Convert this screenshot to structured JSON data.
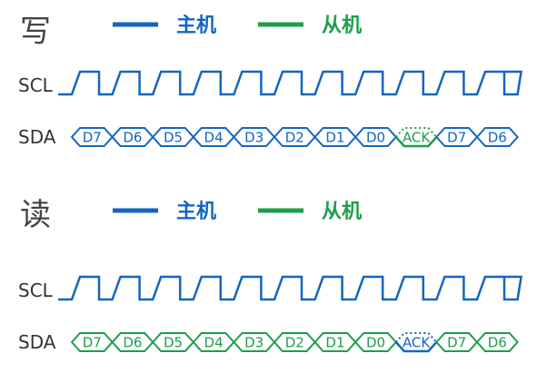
{
  "colors": {
    "master": "#1565c0",
    "slave": "#1e9e4a",
    "text": "#333333"
  },
  "write": {
    "title": "写",
    "legend": {
      "master": "主机",
      "slave": "从机"
    },
    "scl_label": "SCL",
    "sda_label": "SDA",
    "sda_cells": [
      {
        "label": "D7",
        "driver": "master"
      },
      {
        "label": "D6",
        "driver": "master"
      },
      {
        "label": "D5",
        "driver": "master"
      },
      {
        "label": "D4",
        "driver": "master"
      },
      {
        "label": "D3",
        "driver": "master"
      },
      {
        "label": "D2",
        "driver": "master"
      },
      {
        "label": "D1",
        "driver": "master"
      },
      {
        "label": "D0",
        "driver": "master"
      },
      {
        "label": "ACK",
        "driver": "slave"
      },
      {
        "label": "D7",
        "driver": "master"
      },
      {
        "label": "D6",
        "driver": "master"
      }
    ]
  },
  "read": {
    "title": "读",
    "legend": {
      "master": "主机",
      "slave": "从机"
    },
    "scl_label": "SCL",
    "sda_label": "SDA",
    "sda_cells": [
      {
        "label": "D7",
        "driver": "slave"
      },
      {
        "label": "D6",
        "driver": "slave"
      },
      {
        "label": "D5",
        "driver": "slave"
      },
      {
        "label": "D4",
        "driver": "slave"
      },
      {
        "label": "D3",
        "driver": "slave"
      },
      {
        "label": "D2",
        "driver": "slave"
      },
      {
        "label": "D1",
        "driver": "slave"
      },
      {
        "label": "D0",
        "driver": "slave"
      },
      {
        "label": "ACK",
        "driver": "master"
      },
      {
        "label": "D7",
        "driver": "slave"
      },
      {
        "label": "D6",
        "driver": "slave"
      }
    ]
  }
}
